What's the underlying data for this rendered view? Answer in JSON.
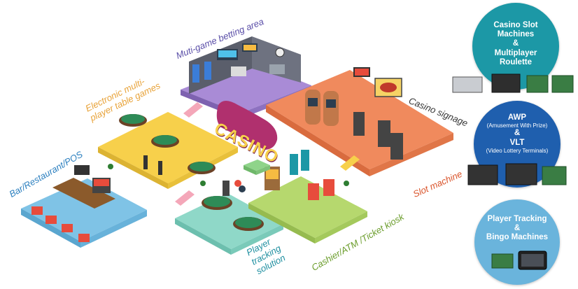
{
  "zones": {
    "multi_game": "Muti-game betting area",
    "table_games": "Electronic multi-player table games",
    "bar": "Bar/Restaurant/POS",
    "signage": "Casino signage",
    "slot": "Slot machine",
    "cashier": "Cashier/ATM /Ticket kiosk",
    "player_tracking": "Player tracking solution"
  },
  "sign": {
    "text": "CASINO"
  },
  "products": {
    "slot": {
      "line1": "Casino Slot",
      "line2": "Machines",
      "amp": "&",
      "line3": "Multiplayer",
      "line4": "Roulette"
    },
    "awp": {
      "line1": "AWP",
      "line2": "(Amusement With Prize)",
      "amp": "&",
      "line3": "VLT",
      "line4": "(Video Lottery Terminals)"
    },
    "tracking": {
      "line1": "Player Tracking",
      "amp": "&",
      "line2": "Bingo Machines"
    }
  },
  "colors": {
    "purple": "#a98bd6",
    "yellow": "#f7d04b",
    "blue": "#7fc3e6",
    "teal": "#8fd8c8",
    "green": "#b6d86e",
    "orange": "#f08a5d",
    "circle_teal": "#1c98a6",
    "circle_navy": "#1f5fae",
    "circle_light": "#6ab4dc"
  }
}
